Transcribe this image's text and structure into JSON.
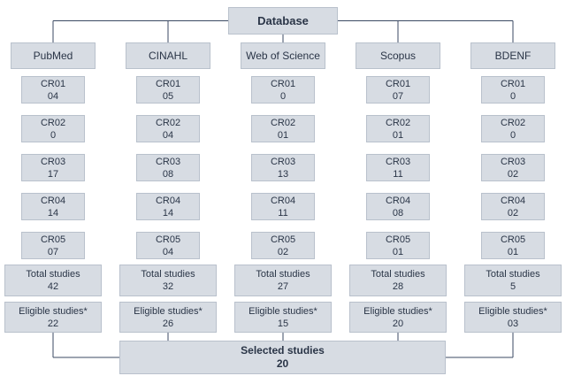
{
  "title": "Database",
  "databases": [
    {
      "name": "PubMed",
      "criteria": [
        {
          "label": "CR01",
          "value": "04"
        },
        {
          "label": "CR02",
          "value": "0"
        },
        {
          "label": "CR03",
          "value": "17"
        },
        {
          "label": "CR04",
          "value": "14"
        },
        {
          "label": "CR05",
          "value": "07"
        }
      ],
      "total": {
        "label": "Total studies",
        "value": "42"
      },
      "eligible": {
        "label": "Eligible studies*",
        "value": "22"
      }
    },
    {
      "name": "CINAHL",
      "criteria": [
        {
          "label": "CR01",
          "value": "05"
        },
        {
          "label": "CR02",
          "value": "04"
        },
        {
          "label": "CR03",
          "value": "08"
        },
        {
          "label": "CR04",
          "value": "14"
        },
        {
          "label": "CR05",
          "value": "04"
        }
      ],
      "total": {
        "label": "Total studies",
        "value": "32"
      },
      "eligible": {
        "label": "Eligible studies*",
        "value": "26"
      }
    },
    {
      "name": "Web of Science",
      "criteria": [
        {
          "label": "CR01",
          "value": "0"
        },
        {
          "label": "CR02",
          "value": "01"
        },
        {
          "label": "CR03",
          "value": "13"
        },
        {
          "label": "CR04",
          "value": "11"
        },
        {
          "label": "CR05",
          "value": "02"
        }
      ],
      "total": {
        "label": "Total studies",
        "value": "27"
      },
      "eligible": {
        "label": "Eligible studies*",
        "value": "15"
      }
    },
    {
      "name": "Scopus",
      "criteria": [
        {
          "label": "CR01",
          "value": "07"
        },
        {
          "label": "CR02",
          "value": "01"
        },
        {
          "label": "CR03",
          "value": "11"
        },
        {
          "label": "CR04",
          "value": "08"
        },
        {
          "label": "CR05",
          "value": "01"
        }
      ],
      "total": {
        "label": "Total studies",
        "value": "28"
      },
      "eligible": {
        "label": "Eligible studies*",
        "value": "20"
      }
    },
    {
      "name": "BDENF",
      "criteria": [
        {
          "label": "CR01",
          "value": "0"
        },
        {
          "label": "CR02",
          "value": "0"
        },
        {
          "label": "CR03",
          "value": "02"
        },
        {
          "label": "CR04",
          "value": "02"
        },
        {
          "label": "CR05",
          "value": "01"
        }
      ],
      "total": {
        "label": "Total studies",
        "value": "5"
      },
      "eligible": {
        "label": "Eligible studies*",
        "value": "03"
      }
    }
  ],
  "selected": {
    "label": "Selected studies",
    "value": "20"
  }
}
